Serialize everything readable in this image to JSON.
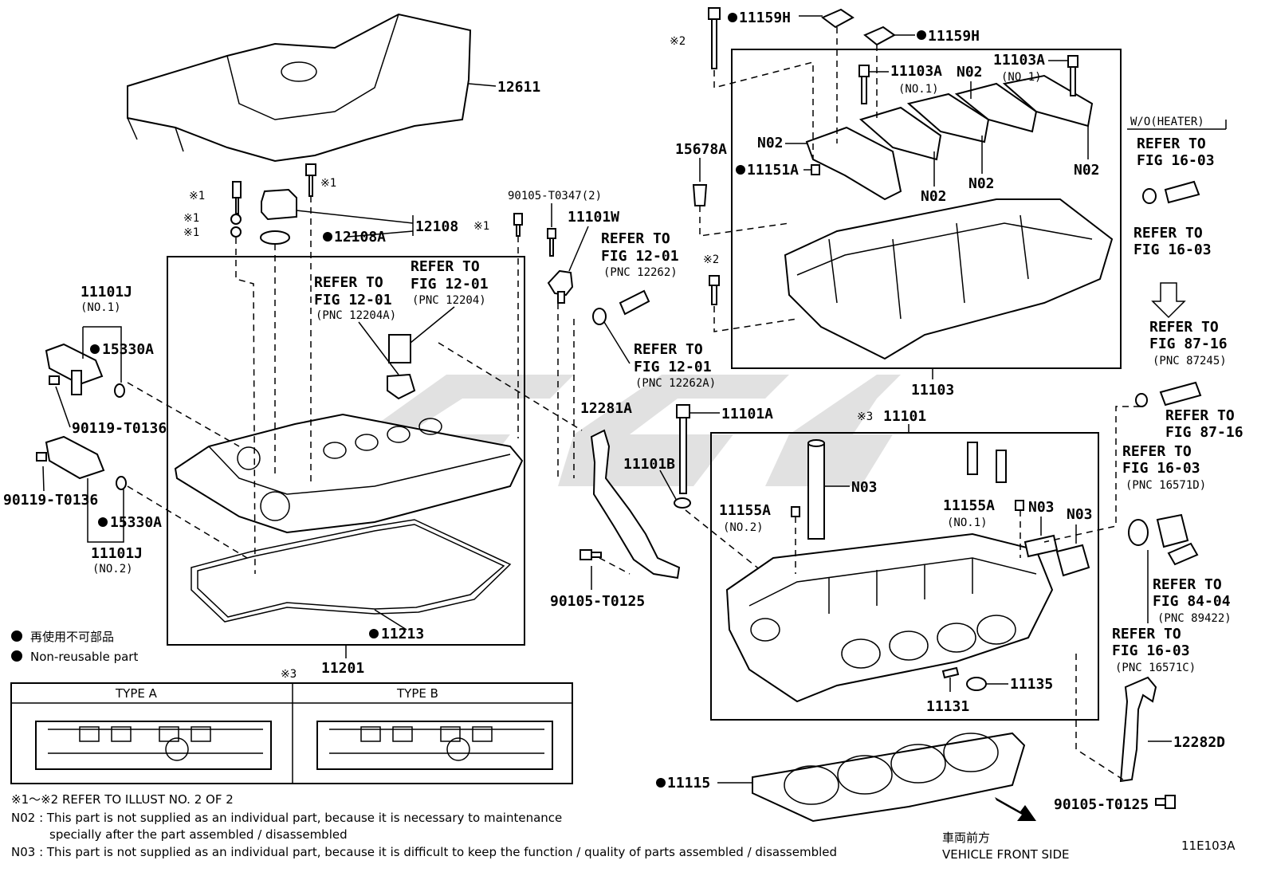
{
  "labels": {
    "c12611": "12611",
    "c12108": "12108",
    "c12108A": "12108A",
    "c11101J_1": "11101J",
    "c11101J_1_sub": "(NO.1)",
    "c15330A_1": "15330A",
    "c90119_1": "90119-T0136",
    "c90119_2": "90119-T0136",
    "c15330A_2": "15330A",
    "c11101J_2": "11101J",
    "c11101J_2_sub": "(NO.2)",
    "c11213": "11213",
    "c11201": "11201",
    "c90105_T0347": "90105-T0347(2)",
    "c11101W": "11101W",
    "c12281A": "12281A",
    "c11101A": "11101A",
    "c11101B": "11101B",
    "c90105_T0125_a": "90105-T0125",
    "c11159H_1": "11159H",
    "c11159H_2": "11159H",
    "c11103A_1": "11103A",
    "c11103A_1_sub": "(NO.1)",
    "c11103A_2": "11103A",
    "c11103A_2_sub": "(NO.1)",
    "c15678A": "15678A",
    "c11151A": "11151A",
    "c11103": "11103",
    "c11101": "11101",
    "c11101_mark": "※3",
    "c11155A_1": "11155A",
    "c11155A_1_sub": "(NO.2)",
    "c11155A_2": "11155A",
    "c11155A_2_sub": "(NO.1)",
    "c11135": "11135",
    "c11131": "11131",
    "c11115": "11115",
    "c12282D": "12282D",
    "c90105_T0125_b": "90105-T0125",
    "n02": "N02",
    "n03": "N03",
    "mark1": "※1",
    "mark2": "※2"
  },
  "refs": {
    "r1": [
      "REFER TO",
      "FIG 12-01",
      "(PNC 12204A)"
    ],
    "r2": [
      "REFER TO",
      "FIG 12-01",
      "(PNC 12204)"
    ],
    "r3": [
      "REFER TO",
      "FIG 12-01",
      "(PNC 12262)"
    ],
    "r4": [
      "REFER TO",
      "FIG 12-01",
      "(PNC 12262A)"
    ],
    "wo_heater": "W/O(HEATER)",
    "r5": [
      "REFER TO",
      "FIG 16-03"
    ],
    "r6": [
      "REFER TO",
      "FIG 16-03"
    ],
    "r7": [
      "REFER TO",
      "FIG 87-16",
      "(PNC 87245)"
    ],
    "r8": [
      "REFER TO",
      "FIG 87-16"
    ],
    "r9": [
      "REFER TO",
      "FIG 16-03",
      "(PNC 16571D)"
    ],
    "r10": [
      "REFER TO",
      "FIG 84-04",
      "(PNC 89422)"
    ],
    "r11": [
      "REFER TO",
      "FIG 16-03",
      "(PNC 16571C)"
    ]
  },
  "legend": {
    "jp": "再使用不可部品",
    "en": "Non-reusable part"
  },
  "types": {
    "mark": "※3",
    "type_a": "TYPE A",
    "type_b": "TYPE B"
  },
  "notes": {
    "line1": "※1～※2  REFER TO ILLUST NO. 2 OF 2",
    "line2a": "N02 : This part is not supplied as an individual part, because it is necessary to maintenance",
    "line2b": "specially after the part assembled / disassembled",
    "line3": "N03 : This part is not supplied as an individual part, because it is difficult to keep the function / quality of parts  assembled / disassembled"
  },
  "direction": {
    "jp": "車両前方",
    "en": "VEHICLE FRONT SIDE"
  },
  "figure_id": "11E103A"
}
